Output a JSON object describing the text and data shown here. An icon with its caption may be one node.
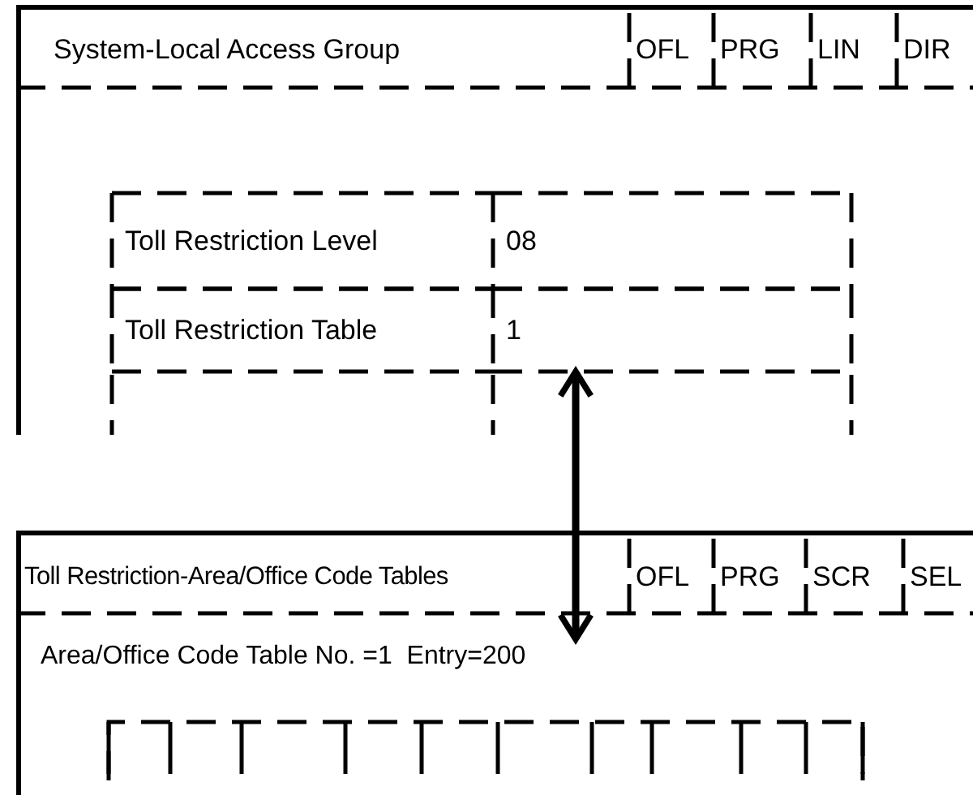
{
  "diagram": {
    "nodes": [
      {
        "text": [
          "System-Local Access Group"
        ]
      },
      {
        "text": [
          "OFL"
        ],
        "in": 0
      },
      {
        "text": [
          "PRG"
        ],
        "in": 0
      },
      {
        "text": [
          "LIN"
        ],
        "in": 0
      },
      {
        "text": [
          "DIR"
        ],
        "in": 0
      },
      {
        "text": [
          "Toll Restriction Level"
        ],
        "in": 0
      },
      {
        "text": [
          "08"
        ],
        "in": 0
      },
      {
        "text": [
          "Toll Restriction Table"
        ],
        "in": 0
      },
      {
        "text": [
          "1"
        ],
        "in": 0
      },
      {
        "text": [
          "Toll Restriction-Area/Office Code Tables"
        ]
      },
      {
        "text": [
          "OFL"
        ],
        "in": 9
      },
      {
        "text": [
          "PRG"
        ],
        "in": 9
      },
      {
        "text": [
          "SCR"
        ],
        "in": 9
      },
      {
        "text": [
          "SEL"
        ],
        "in": 9
      },
      {
        "text": [
          "Area/Office Code Table No. =1  Entry=200"
        ],
        "in": 9
      }
    ],
    "edges": [
      {
        "from": 8,
        "to": 14,
        "arrow": "both"
      }
    ]
  }
}
